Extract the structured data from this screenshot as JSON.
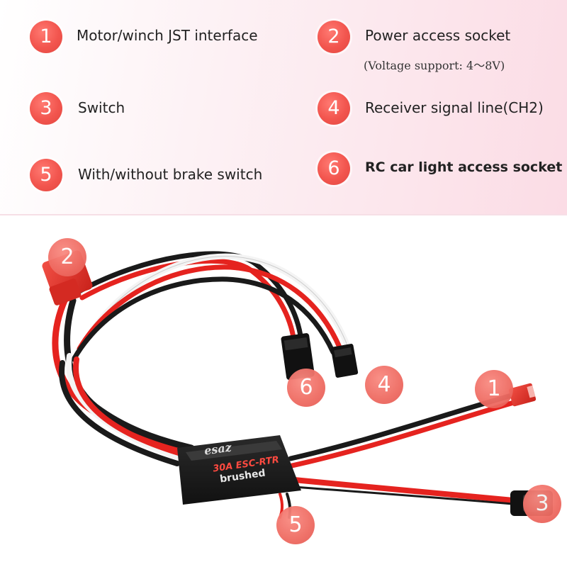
{
  "legend": {
    "items": [
      {
        "number": "1",
        "label": "Motor/winch JST interface"
      },
      {
        "number": "2",
        "label": "Power access socket",
        "note": "(Voltage support: 4～8V)"
      },
      {
        "number": "3",
        "label": "Switch"
      },
      {
        "number": "4",
        "label": "Receiver signal line(CH2)"
      },
      {
        "number": "5",
        "label": "With/without brake switch"
      },
      {
        "number": "6",
        "label": "RC car light access socket"
      }
    ]
  },
  "esc": {
    "brand": "esaz",
    "model": "30A ESC-RTR",
    "type": "brushed"
  },
  "colors": {
    "badge": "#f2554e",
    "wire_red": "#e5231f",
    "wire_black": "#1a1a1a",
    "wire_white": "#f4f4f4",
    "connector_red": "#e8332a",
    "esc_body": "#1c1c1c"
  }
}
